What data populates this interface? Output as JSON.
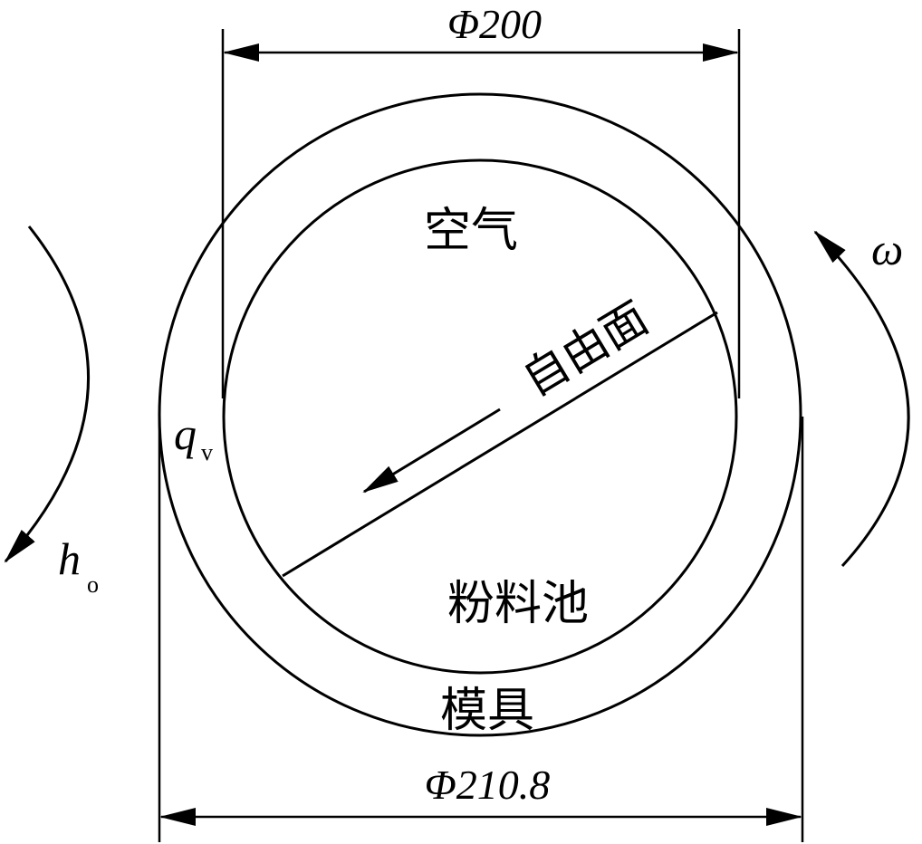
{
  "dimensions": {
    "inner_diameter": "Φ200",
    "outer_diameter": "Φ210.8"
  },
  "regions": {
    "air": "空气",
    "free_surface": "自由面",
    "powder_pool": "粉料池",
    "mold": "模具"
  },
  "symbols": {
    "flow_rate_main": "q",
    "flow_rate_sub": "v",
    "thickness_main": "h",
    "thickness_sub": "o",
    "angular_velocity": "ω"
  }
}
